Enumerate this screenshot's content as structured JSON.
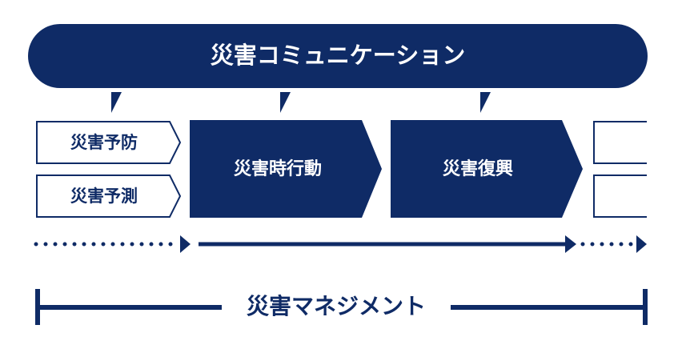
{
  "banner": {
    "label": "災害コミュニケーション"
  },
  "phases": {
    "prevention": "災害予防",
    "prediction": "災害予測",
    "response": "災害時行動",
    "recovery": "災害復興"
  },
  "management": {
    "label": "災害マネジメント"
  },
  "colors": {
    "navy": "#0f2b66",
    "white": "#ffffff"
  }
}
